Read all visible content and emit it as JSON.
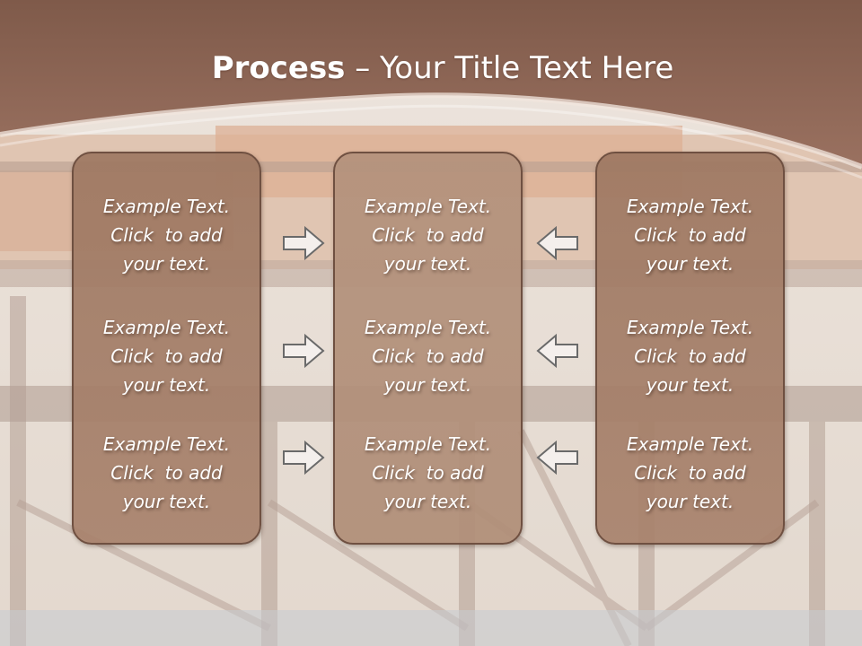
{
  "slide": {
    "title_bold": "Process",
    "title_rest": " – Your Title Text Here",
    "colors": {
      "header": "#8a6452",
      "box_fill": "#a27c66",
      "box_border": "#6f5041",
      "text": "#ffffff",
      "arrow_fill": "#f4efec",
      "arrow_stroke": "#6a6a6a"
    }
  },
  "columns": [
    {
      "items": [
        {
          "l1": "Example Text.",
          "l2": "Click  to add",
          "l3": "your text."
        },
        {
          "l1": "Example Text.",
          "l2": "Click  to add",
          "l3": "your text."
        },
        {
          "l1": "Example Text.",
          "l2": "Click  to add",
          "l3": "your text."
        }
      ]
    },
    {
      "items": [
        {
          "l1": "Example Text.",
          "l2": "Click  to add",
          "l3": "your text."
        },
        {
          "l1": "Example Text.",
          "l2": "Click  to add",
          "l3": "your text."
        },
        {
          "l1": "Example Text.",
          "l2": "Click  to add",
          "l3": "your text."
        }
      ]
    },
    {
      "items": [
        {
          "l1": "Example Text.",
          "l2": "Click  to add",
          "l3": "your text."
        },
        {
          "l1": "Example Text.",
          "l2": "Click  to add",
          "l3": "your text."
        },
        {
          "l1": "Example Text.",
          "l2": "Click  to add",
          "l3": "your text."
        }
      ]
    }
  ],
  "arrows": {
    "left_group": "arrow-right-icon",
    "right_group": "arrow-left-icon"
  }
}
